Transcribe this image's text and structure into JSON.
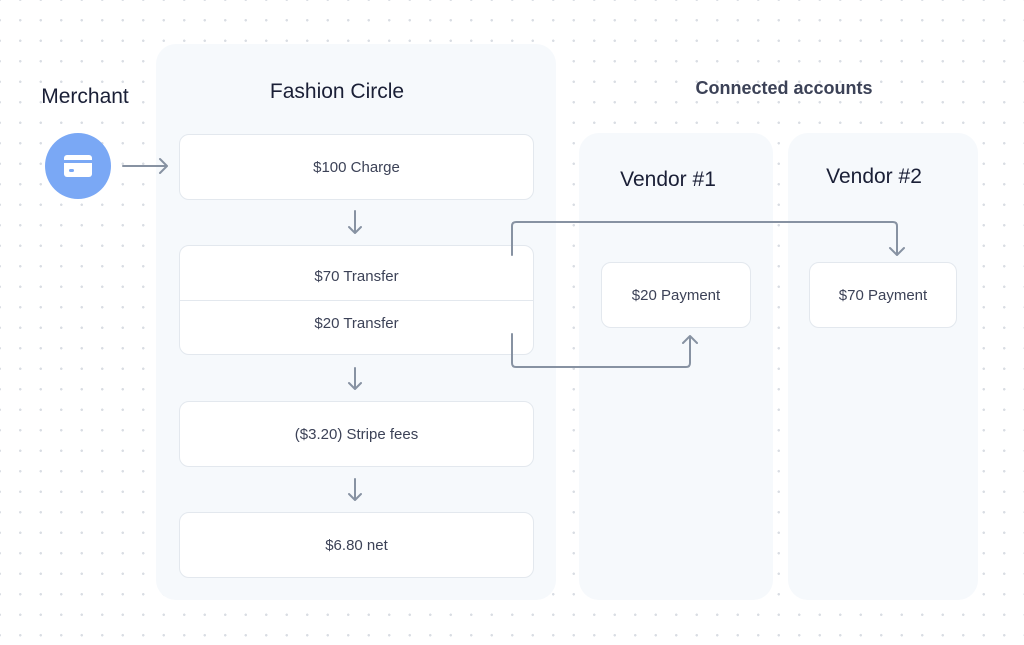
{
  "merchant": {
    "label": "Merchant",
    "icon": "credit-card-icon",
    "color": "#7aa8f5"
  },
  "platform": {
    "title": "Fashion Circle",
    "steps": {
      "charge": "$100 Charge",
      "transfer_70": "$70 Transfer",
      "transfer_20": "$20 Transfer",
      "fees": "($3.20) Stripe fees",
      "net": "$6.80 net"
    }
  },
  "connected": {
    "title": "Connected accounts",
    "vendors": [
      {
        "name": "Vendor #1",
        "payment": "$20 Payment"
      },
      {
        "name": "Vendor #2",
        "payment": "$70 Payment"
      }
    ]
  },
  "colors": {
    "connector": "#8792a2",
    "panel": "#f6f9fc",
    "text": "#3c4257"
  }
}
